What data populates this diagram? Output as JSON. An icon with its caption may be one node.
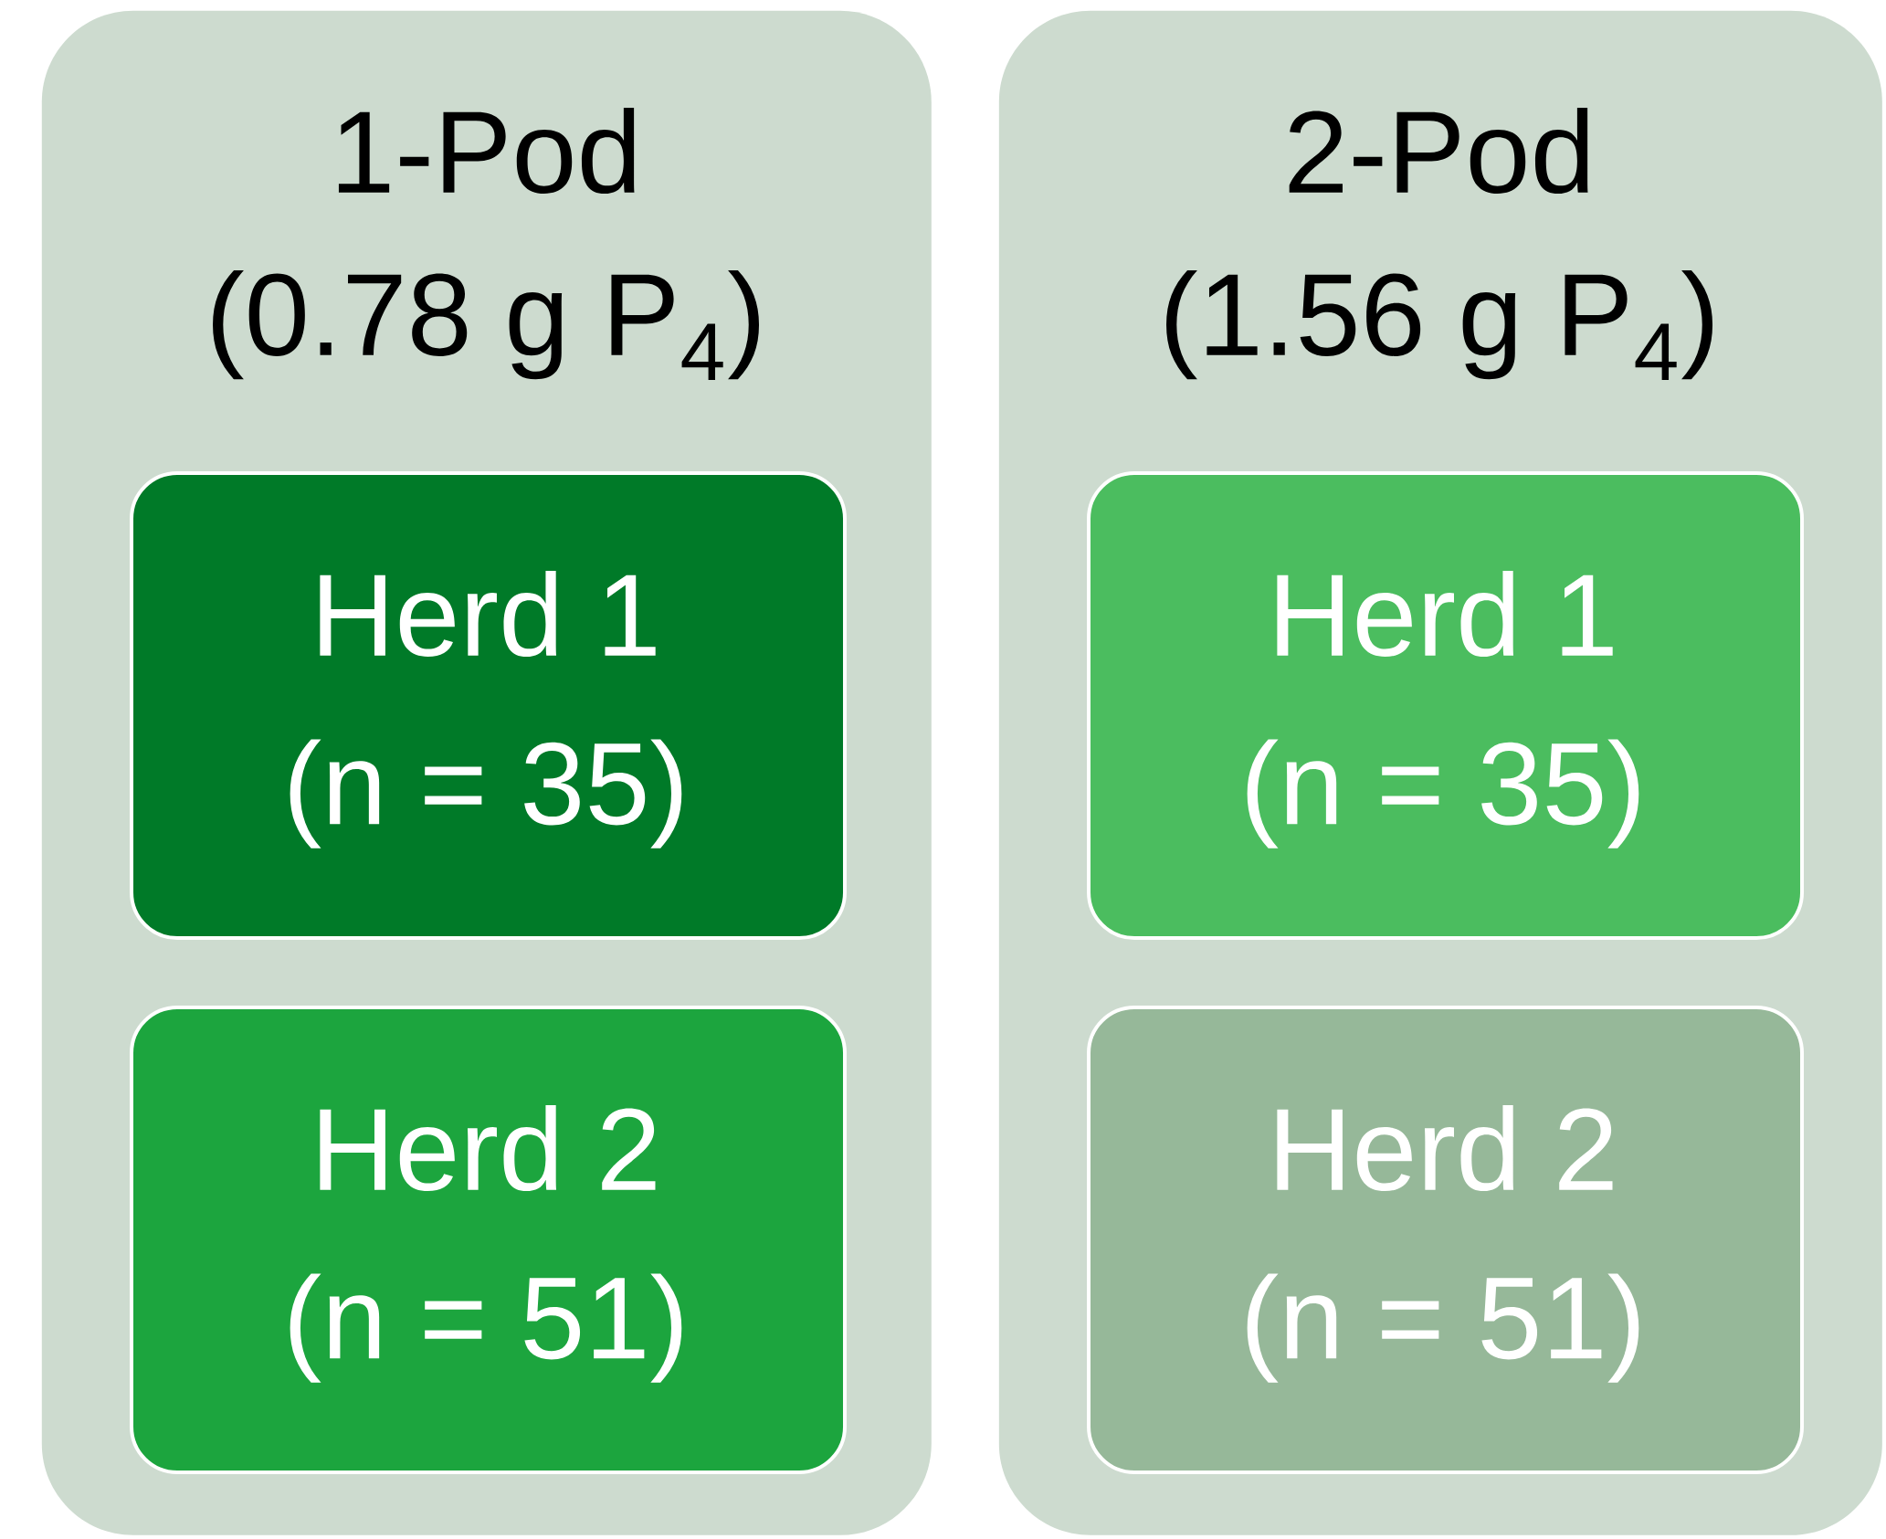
{
  "diagram": {
    "nodes": [
      {
        "text": [
          "1-Pod",
          "(0.78 g P$_{4}$)"
        ]
      },
      {
        "text": [
          "Herd 1",
          "(n = 35)"
        ],
        "in": 0
      },
      {
        "text": [
          "Herd 2",
          "(n = 51)"
        ],
        "in": 0
      },
      {
        "text": [
          "2-Pod",
          "(1.56 g P$_{4}$)"
        ]
      },
      {
        "text": [
          "Herd 1",
          "(n = 35)"
        ],
        "in": 3
      },
      {
        "text": [
          "Herd 2",
          "(n = 51)"
        ],
        "in": 3
      }
    ]
  }
}
